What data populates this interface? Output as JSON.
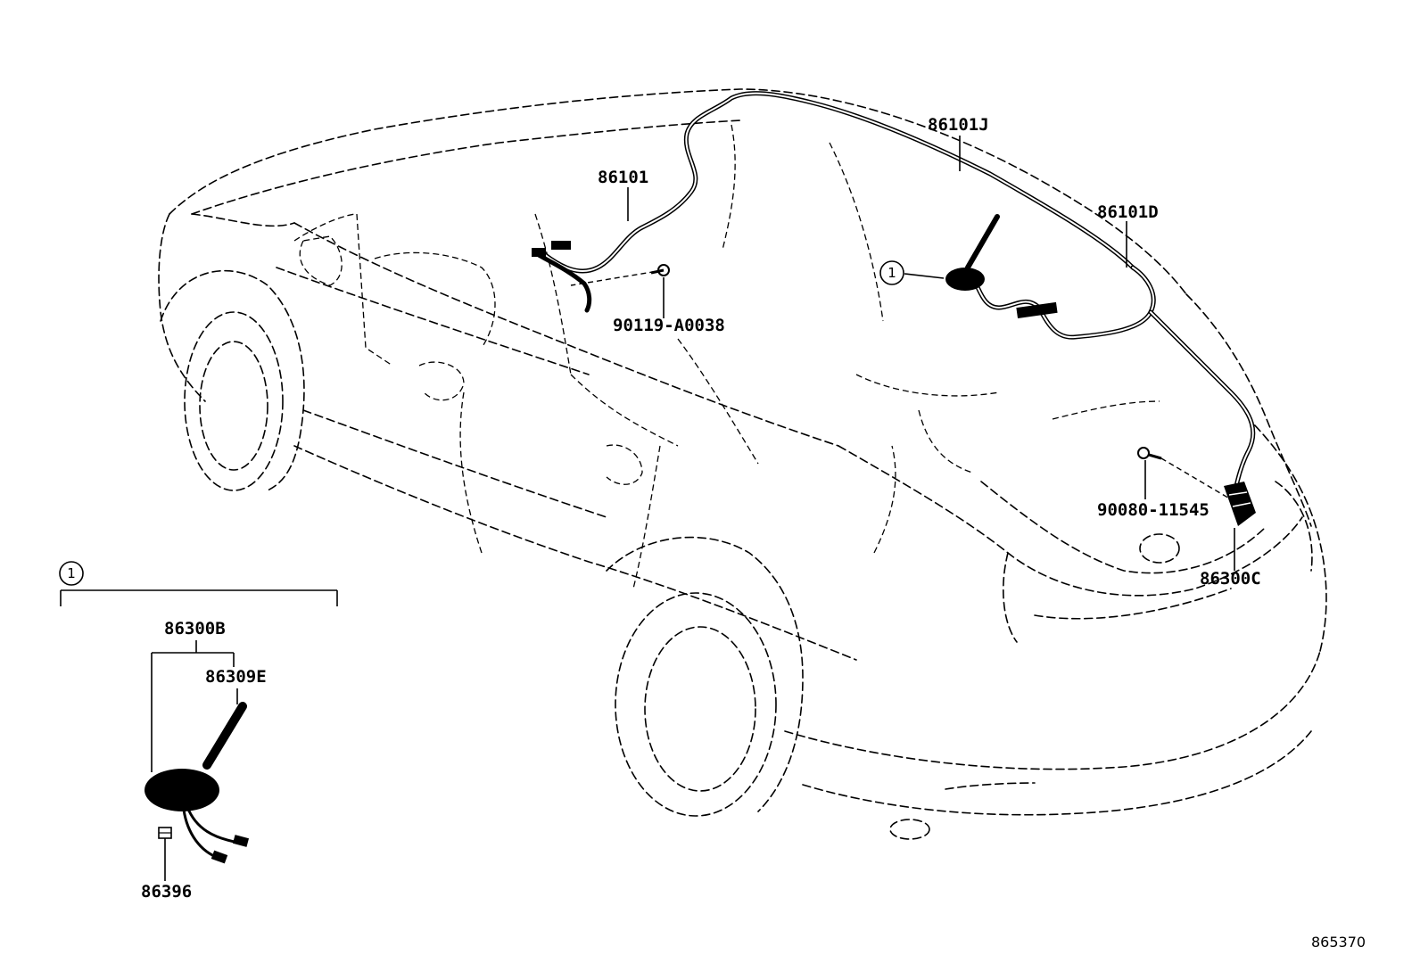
{
  "callout_marker": "1",
  "part_labels": {
    "p86101": "86101",
    "p86101J": "86101J",
    "p86101D": "86101D",
    "p90119": "90119-A0038",
    "p90080": "90080-11545",
    "p86300C": "86300C",
    "p86300B": "86300B",
    "p86309E": "86309E",
    "p86396": "86396"
  },
  "figure_ref": "865370",
  "colors": {
    "line": "#000000",
    "background": "#ffffff"
  }
}
